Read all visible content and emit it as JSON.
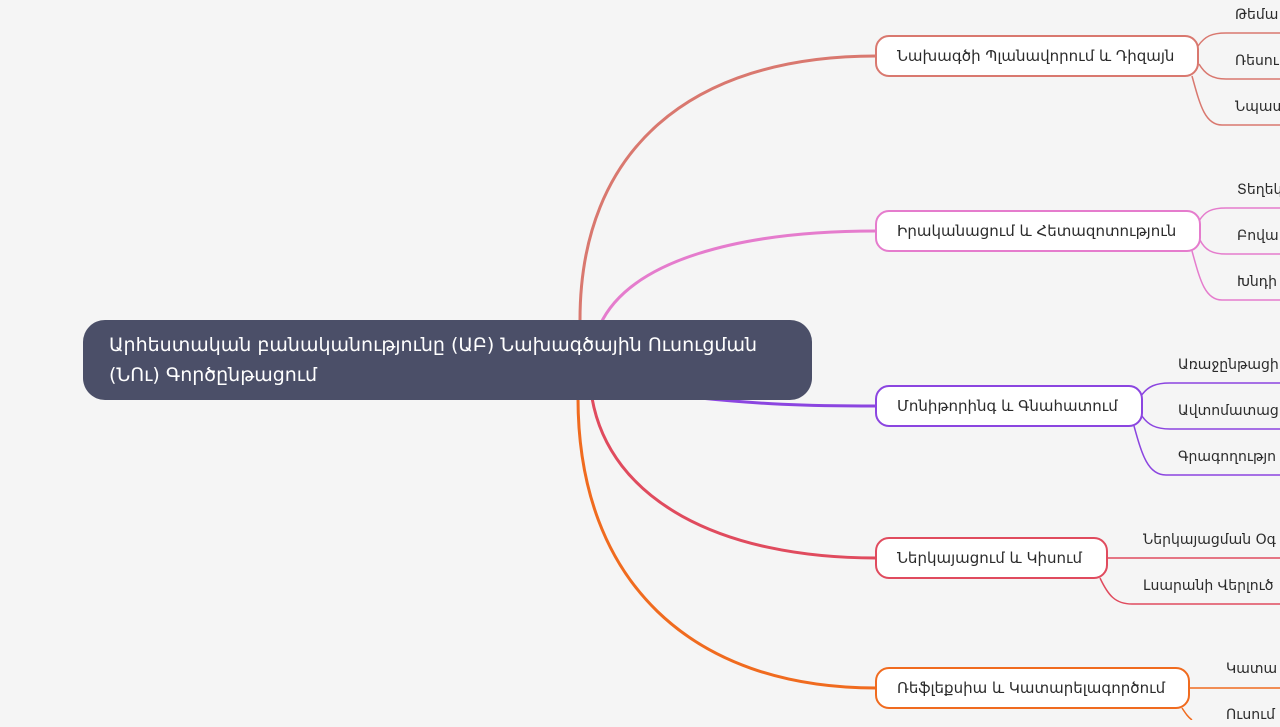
{
  "root": {
    "label": "Արհեստական բանականությունը (ԱԲ) Նախագծային Ուսուցման (ՆՈւ) Գործընթացում"
  },
  "branches": [
    {
      "label": "Նախագծի Պլանավորում և Դիզայն",
      "color": "#d9786f",
      "leaves": [
        "Թեմա",
        "Ռեսու",
        "Նպատ"
      ]
    },
    {
      "label": "Իրականացում և Հետազոտություն",
      "color": "#e57ccd",
      "leaves": [
        "Տեղեկ",
        "Բովա",
        "Խնդի"
      ]
    },
    {
      "label": "Մոնիթորինգ և Գնահատում",
      "color": "#8b45e0",
      "leaves": [
        "Առաջընթացի",
        "Ավտոմատաց",
        "Գրագողությո"
      ]
    },
    {
      "label": "Ներկայացում և Կիսում",
      "color": "#e04b5e",
      "leaves": [
        "Ներկայացման Օգ",
        "Լսարանի Վերլուծ"
      ]
    },
    {
      "label": "Ռեֆլեքսիա և Կատարելագործում",
      "color": "#f06b1f",
      "leaves": [
        "Կատա",
        "Ուսում"
      ]
    }
  ]
}
